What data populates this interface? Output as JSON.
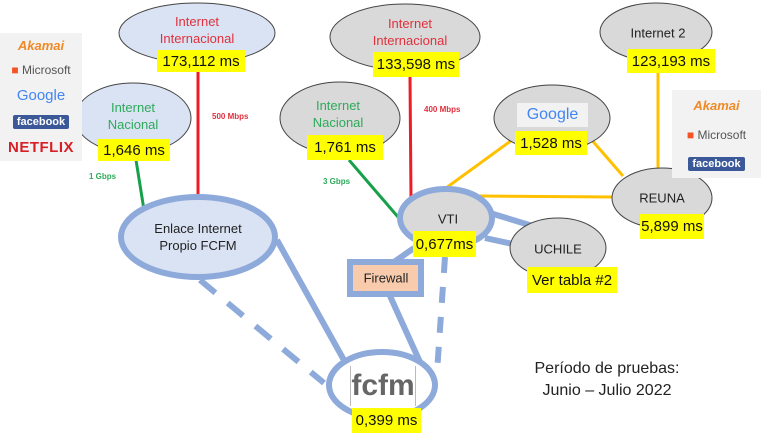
{
  "nodes": {
    "intl_left": {
      "label_1": "Internet",
      "label_2": "Internacional",
      "latency": "173,112 ms"
    },
    "nac_left": {
      "label_1": "Internet",
      "label_2": "Nacional",
      "latency": "1,646 ms"
    },
    "enlace": {
      "label_1": "Enlace Internet",
      "label_2": "Propio FCFM"
    },
    "intl_right": {
      "label_1": "Internet",
      "label_2": "Internacional",
      "latency": "133,598 ms"
    },
    "nac_right": {
      "label_1": "Internet",
      "label_2": "Nacional",
      "latency": "1,761 ms"
    },
    "internet2": {
      "label": "Internet 2",
      "latency": "123,193 ms"
    },
    "google": {
      "logo": "Google",
      "latency": "1,528 ms"
    },
    "reuna": {
      "label": "REUNA",
      "latency": "5,899 ms"
    },
    "vti": {
      "label": "VTI",
      "latency": "0,677ms"
    },
    "uchile": {
      "label": "UCHILE",
      "latency": "Ver tabla #2"
    },
    "firewall": {
      "label": "Firewall"
    },
    "fcfm": {
      "logo": "fcfm",
      "latency": "0,399 ms"
    }
  },
  "links": {
    "left_intl": "500 Mbps",
    "left_nac": "1 Gbps",
    "right_intl": "400 Mbps",
    "right_nac": "3 Gbps"
  },
  "logos_left": [
    "Akamai",
    "Microsoft",
    "Google",
    "facebook",
    "NETFLIX"
  ],
  "logos_right": [
    "Akamai",
    "Microsoft",
    "facebook"
  ],
  "period": {
    "line_1": "Período de pruebas:",
    "line_2": "Junio – Julio 2022"
  },
  "colors": {
    "blue_link": "#8eaadb",
    "red_link": "#ee1c25",
    "green_link": "#17a04a",
    "orange_link": "#ffc000",
    "latency_bg": "#ffff00"
  }
}
